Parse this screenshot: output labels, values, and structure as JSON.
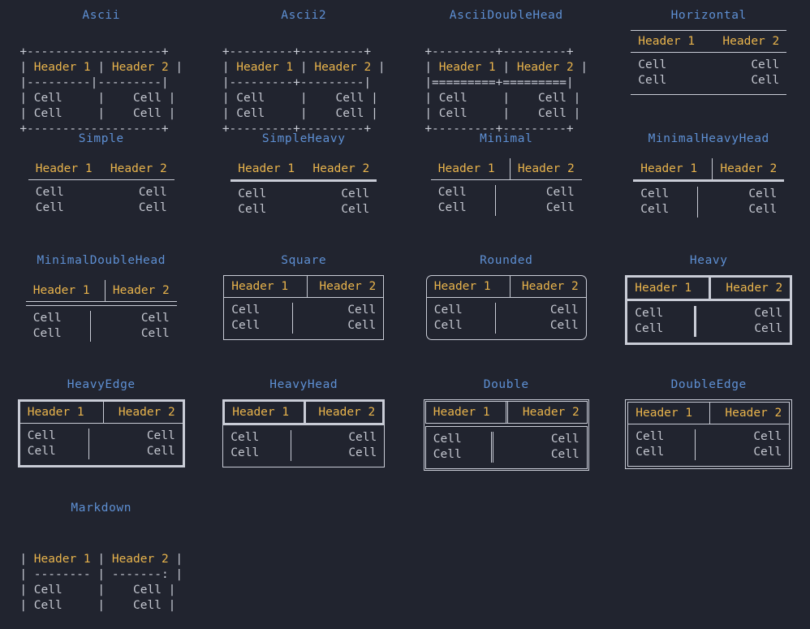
{
  "theme": {
    "background": "#21242f",
    "title_color": "#5e90d4",
    "header_color": "#e9b44c",
    "cell_color": "#c4c7d0",
    "line_color": "#c9ccd6"
  },
  "content": {
    "header1": "Header 1",
    "header2": "Header 2",
    "cell": "Cell"
  },
  "tables": [
    {
      "title": "Ascii",
      "style": "ascii",
      "lines": [
        "+---------+---------+",
        "| Header 1 | Header 2 |",
        "|---------+---------|",
        "| Cell    |    Cell |",
        "| Cell    |    Cell |",
        "+---------+---------+"
      ]
    },
    {
      "title": "Ascii2",
      "style": "ascii2"
    },
    {
      "title": "AsciiDoubleHead",
      "style": "ascii-double-head"
    },
    {
      "title": "Horizontal",
      "style": "horizontal"
    },
    {
      "title": "Simple",
      "style": "simple"
    },
    {
      "title": "SimpleHeavy",
      "style": "simple-heavy"
    },
    {
      "title": "Minimal",
      "style": "minimal"
    },
    {
      "title": "MinimalHeavyHead",
      "style": "minimal-heavy-head"
    },
    {
      "title": "MinimalDoubleHead",
      "style": "minimal-double-head"
    },
    {
      "title": "Square",
      "style": "square"
    },
    {
      "title": "Rounded",
      "style": "rounded"
    },
    {
      "title": "Heavy",
      "style": "heavy"
    },
    {
      "title": "HeavyEdge",
      "style": "heavy-edge"
    },
    {
      "title": "HeavyHead",
      "style": "heavy-head"
    },
    {
      "title": "Double",
      "style": "double"
    },
    {
      "title": "DoubleEdge",
      "style": "double-edge"
    },
    {
      "title": "Markdown",
      "style": "markdown"
    }
  ],
  "ascii_art": {
    "ascii": [
      "+-------------------+",
      "| Header 1 | Header 2 |",
      "|---------|---------|",
      "| Cell     |    Cell |",
      "| Cell     |    Cell |",
      "+-------------------+"
    ],
    "markdown_sep_left": "--------",
    "markdown_sep_right": "-------:"
  }
}
